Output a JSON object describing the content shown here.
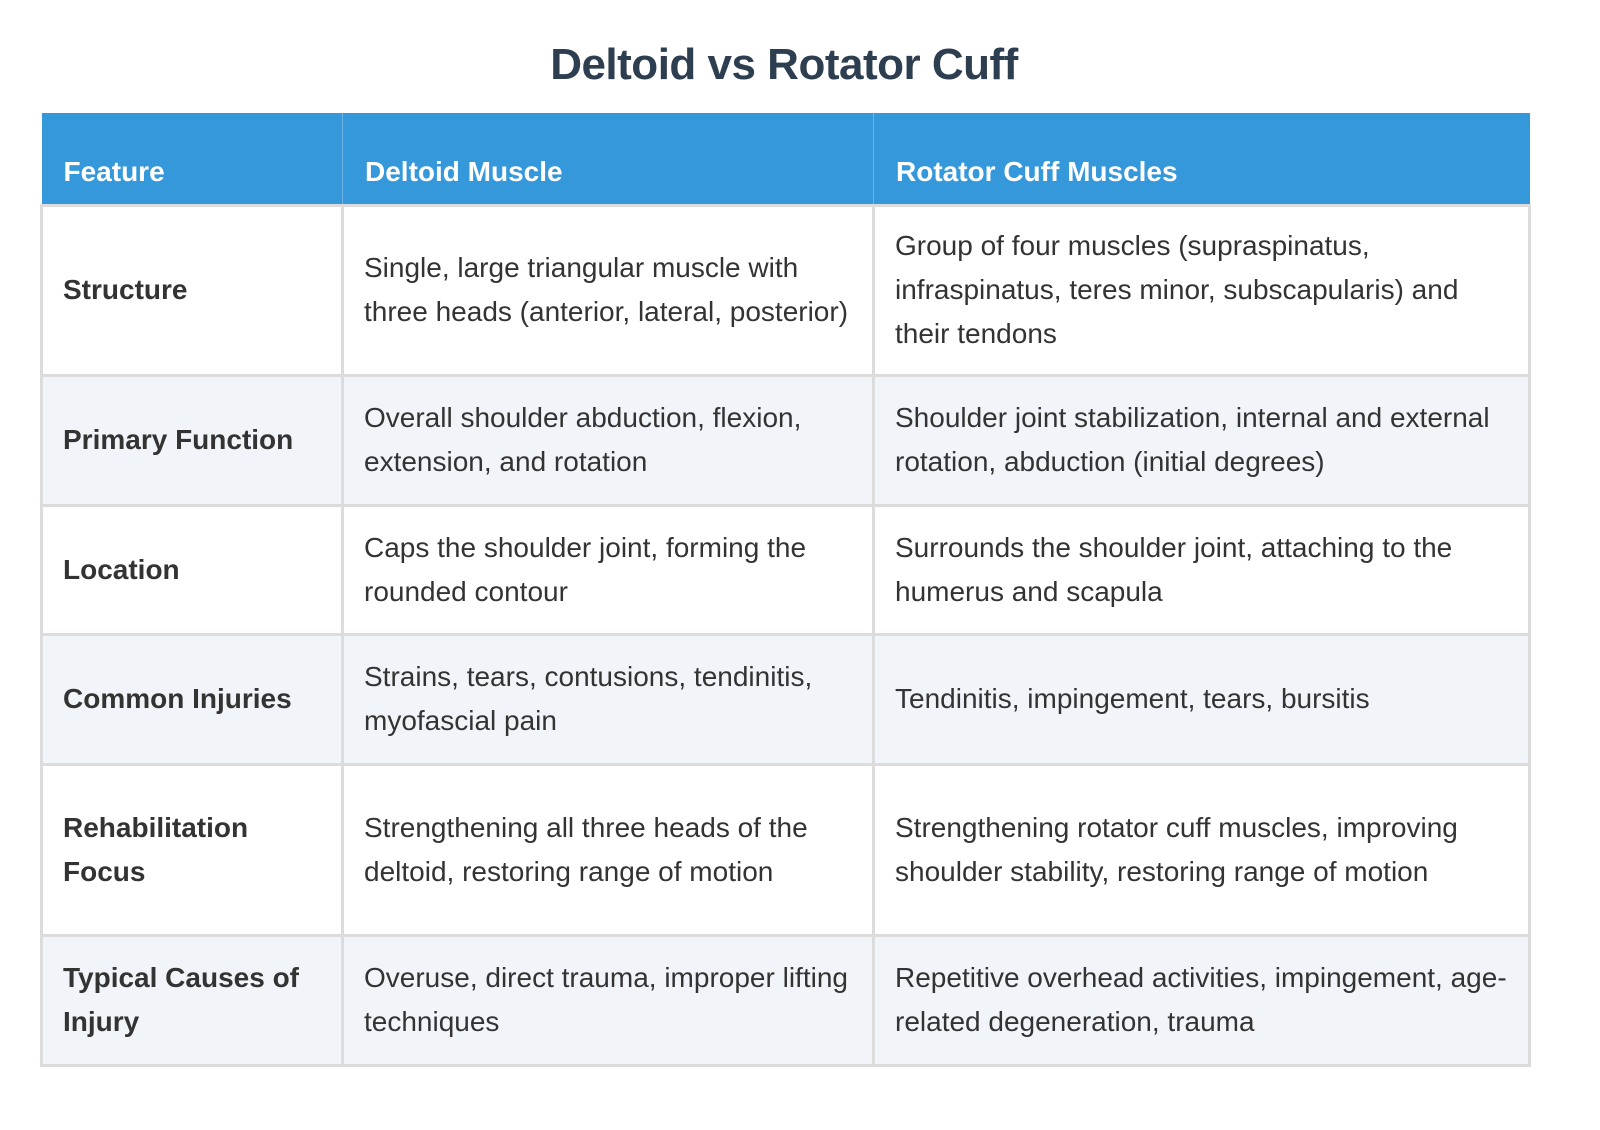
{
  "title": "Deltoid vs Rotator Cuff",
  "table": {
    "headers": [
      "Feature",
      "Deltoid Muscle",
      "Rotator Cuff Muscles"
    ],
    "rows": [
      {
        "feature": "Structure",
        "deltoid": "Single, large triangular muscle with three heads (anterior, lateral, posterior)",
        "rotator": "Group of four muscles (supraspinatus, infraspinatus, teres minor, subscapularis) and their tendons"
      },
      {
        "feature": "Primary Function",
        "deltoid": "Overall shoulder abduction, flexion, extension, and rotation",
        "rotator": "Shoulder joint stabilization, internal and external rotation, abduction (initial degrees)"
      },
      {
        "feature": "Location",
        "deltoid": "Caps the shoulder joint, forming the rounded contour",
        "rotator": "Surrounds the shoulder joint, attaching to the humerus and scapula"
      },
      {
        "feature": "Common Injuries",
        "deltoid": "Strains, tears, contusions, tendinitis, myofascial pain",
        "rotator": "Tendinitis, impingement, tears, bursitis"
      },
      {
        "feature": "Rehabilitation Focus",
        "deltoid": "Strengthening all three heads of the deltoid, restoring range of motion",
        "rotator": "Strengthening rotator cuff muscles, improving shoulder stability, restoring range of motion"
      },
      {
        "feature": "Typical Causes of Injury",
        "deltoid": "Overuse, direct trauma, improper lifting techniques",
        "rotator": "Repetitive overhead activities, impingement, age-related degeneration, trauma"
      }
    ]
  },
  "colors": {
    "title": "#2c3e50",
    "header_bg": "#3498db",
    "header_text": "#ffffff",
    "row_alt_bg": "#f1f5fa",
    "border": "#dcdcdc",
    "text": "#333333"
  }
}
